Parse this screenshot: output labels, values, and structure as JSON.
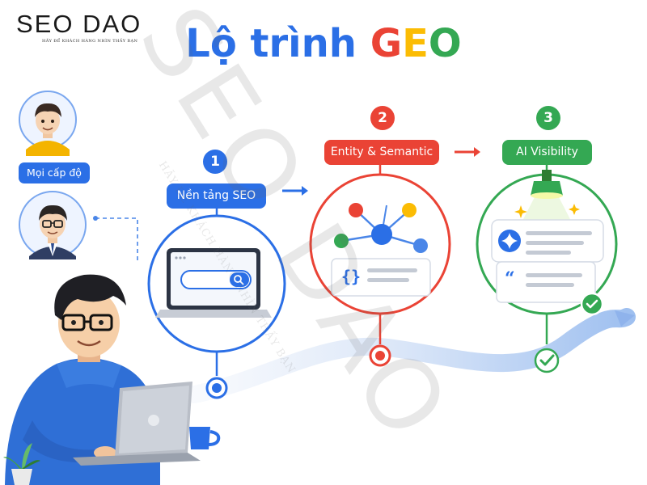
{
  "brand": {
    "name": "SEO DAO",
    "tagline": "HÃY ĐỂ KHÁCH HÀNG NHÌN THẤY BẠN"
  },
  "title": {
    "main": "Lộ trình ",
    "g": "G",
    "e": "E",
    "o": "O"
  },
  "watermark": {
    "text": "SEO DAO",
    "tagline": "HÃY ĐỂ KHÁCH HÀNG NHÌN THẤY BẠN"
  },
  "persona": {
    "label": "Mọi cấp độ"
  },
  "steps": [
    {
      "number": "1",
      "label": "Nền tảng SEO",
      "color": "#2b6fe6"
    },
    {
      "number": "2",
      "label": "Entity & Semantic",
      "color": "#ea4335"
    },
    {
      "number": "3",
      "label": "AI Visibility",
      "color": "#34a853"
    }
  ],
  "colors": {
    "blue": "#2b6fe6",
    "red": "#ea4335",
    "yellow": "#fbbc04",
    "green": "#34a853"
  }
}
